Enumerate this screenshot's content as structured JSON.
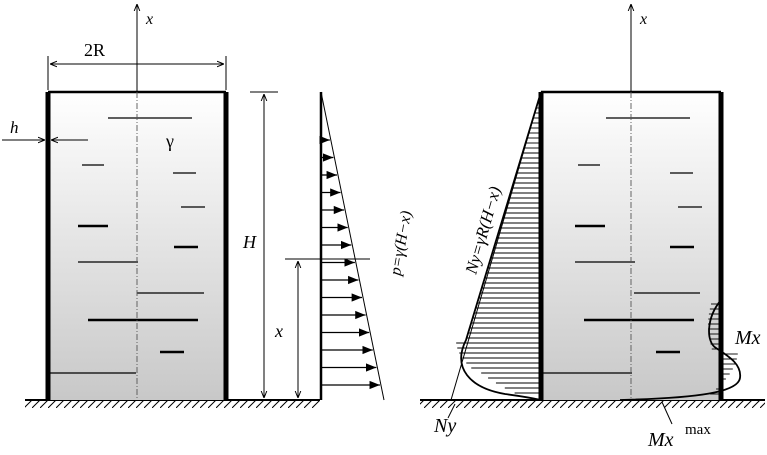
{
  "left": {
    "x_axis": "x",
    "diameter": "2R",
    "thickness": "h",
    "density": "γ",
    "height": "H",
    "coordinate": "x",
    "pressure": "p=γ(H−x)"
  },
  "right": {
    "x_axis": "x",
    "hoop_force_formula": "Ny=γR(H−x)",
    "hoop_force": "Ny",
    "moment": "Mx",
    "moment_max": "Mx",
    "moment_max_sup": "max"
  }
}
